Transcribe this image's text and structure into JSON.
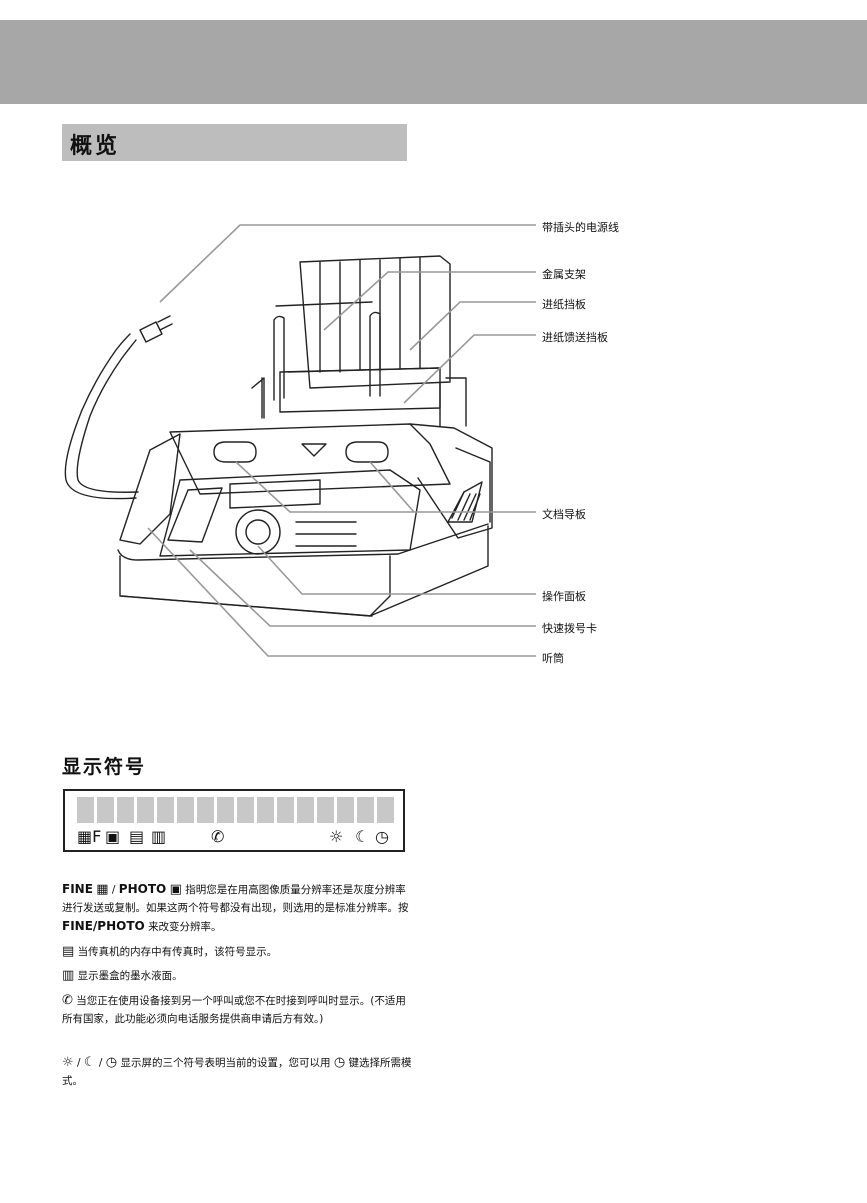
{
  "overview_title": "概览",
  "labels": [
    "带插头的电源线",
    "金属支架",
    "进纸挡板",
    "进纸馈送挡板",
    "文档导板",
    "操作面板",
    "快速拨号卡",
    "听筒"
  ],
  "symbols_title": "显示符号",
  "lcd_icons": {
    "fine": "fine-icon",
    "photo": "photo-icon",
    "memory": "memory-doc-icon",
    "ink": "ink-level-icon",
    "call": "call-forward-icon",
    "day": "sun-icon",
    "night": "moon-icon",
    "timer": "timer-icon"
  },
  "paragraphs": {
    "p1_fine": "FINE",
    "p1_sep": "/",
    "p1_photo": "PHOTO",
    "p1_text1": "指明您是在用高图像质量分辨率还是灰度分辨率进行发送或复制。如果这两个符号都没有出现，则选用的是标准分辨率。按",
    "p1_key": "FINE/PHOTO",
    "p1_text2": "来改变分辨率。",
    "p2": "当传真机的内存中有传真时，该符号显示。",
    "p3": "显示墨盒的墨水液面。",
    "p4": "当您正在使用设备接到另一个呼叫或您不在时接到呼叫时显示。(不适用所有国家，此功能必须向电话服务提供商申请后方有效。)",
    "p5_sep1": "/",
    "p5_sep2": "/",
    "p5_text1": "显示屏的三个符号表明当前的设置，您可以用",
    "p5_text2": "键选择所需模式。"
  }
}
